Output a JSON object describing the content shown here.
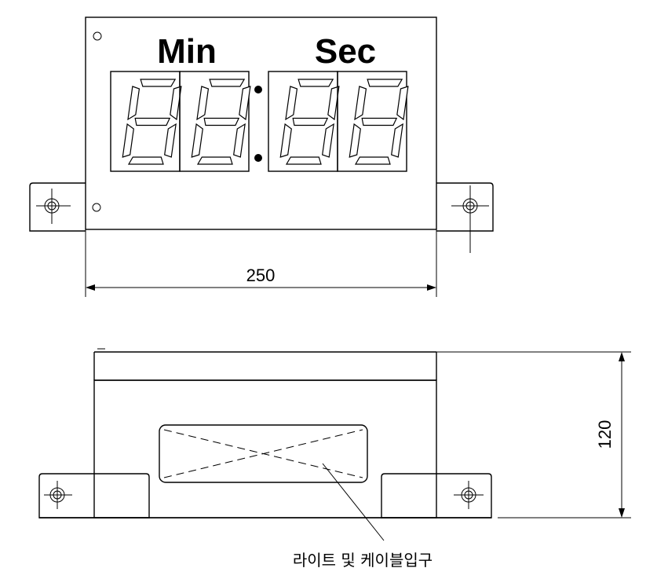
{
  "front_view": {
    "unit_minutes": "Min",
    "unit_seconds": "Sec",
    "width_dimension": "250"
  },
  "side_view": {
    "height_dimension": "120",
    "callout": "라이트 및 케이블입구"
  }
}
